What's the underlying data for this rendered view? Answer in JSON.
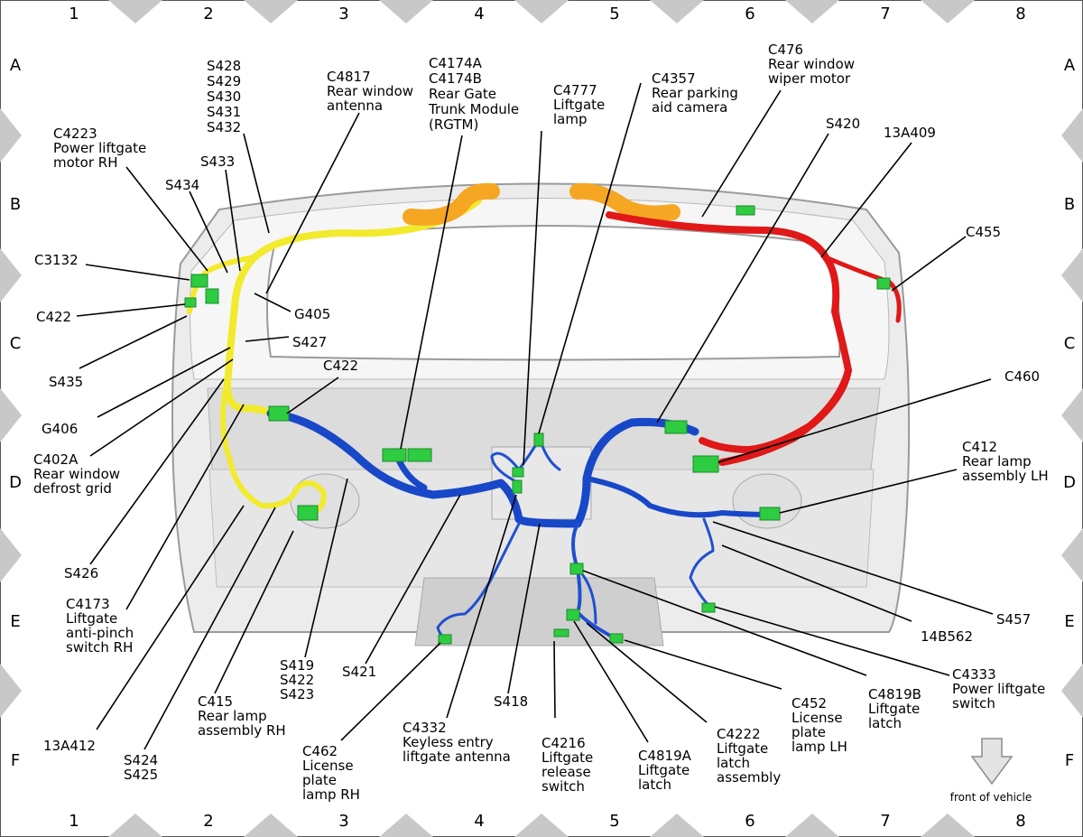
{
  "grid": {
    "columns": [
      "1",
      "2",
      "3",
      "4",
      "5",
      "6",
      "7",
      "8"
    ],
    "rows": [
      "A",
      "B",
      "C",
      "D",
      "E",
      "F"
    ]
  },
  "colors": {
    "harness_yellow": "#f2ea2c",
    "harness_blue": "#1848c8",
    "harness_red": "#e01818",
    "harness_orange": "#f5a623",
    "connector_green": "#2ecc40",
    "frame_gray": "#d4d4d4",
    "marker_gray": "#c8c8c8"
  },
  "labels": {
    "c4223": [
      "C4223",
      "Power liftgate",
      "motor RH"
    ],
    "s428_432": [
      "S428",
      "S429",
      "S430",
      "S431",
      "S432"
    ],
    "c4817": [
      "C4817",
      "Rear window",
      "antenna"
    ],
    "c4174": [
      "C4174A",
      "C4174B",
      "Rear Gate",
      "Trunk Module",
      "(RGTM)"
    ],
    "c4777": [
      "C4777",
      "Liftgate",
      "lamp"
    ],
    "c4357": [
      "C4357",
      "Rear parking",
      "aid camera"
    ],
    "c476": [
      "C476",
      "Rear window",
      "wiper motor"
    ],
    "s420": [
      "S420"
    ],
    "n13a409": [
      "13A409"
    ],
    "s433": [
      "S433"
    ],
    "s434": [
      "S434"
    ],
    "c3132": [
      "C3132"
    ],
    "c422a": [
      "C422"
    ],
    "g405": [
      "G405"
    ],
    "c455": [
      "C455"
    ],
    "s427": [
      "S427"
    ],
    "s435": [
      "S435"
    ],
    "c422b": [
      "C422"
    ],
    "g406": [
      "G406"
    ],
    "c460": [
      "C460"
    ],
    "c402a": [
      "C402A",
      "Rear window",
      "defrost grid"
    ],
    "c412": [
      "C412",
      "Rear lamp",
      "assembly LH"
    ],
    "s426": [
      "S426"
    ],
    "c4173": [
      "C4173",
      "Liftgate",
      "anti-pinch",
      "switch RH"
    ],
    "s457": [
      "S457"
    ],
    "n14b562": [
      "14B562"
    ],
    "s419_423": [
      "S419",
      "S422",
      "S423"
    ],
    "s421": [
      "S421"
    ],
    "c4333": [
      "C4333",
      "Power liftgate",
      "switch"
    ],
    "c415": [
      "C415",
      "Rear lamp",
      "assembly RH"
    ],
    "c4819b": [
      "C4819B",
      "Liftgate",
      "latch"
    ],
    "c452": [
      "C452",
      "License",
      "plate",
      "lamp LH"
    ],
    "s418": [
      "S418"
    ],
    "n13a412": [
      "13A412"
    ],
    "s424_425": [
      "S424",
      "S425"
    ],
    "c4332": [
      "C4332",
      "Keyless entry",
      "liftgate antenna"
    ],
    "c4222": [
      "C4222",
      "Liftgate",
      "latch",
      "assembly"
    ],
    "c462": [
      "C462",
      "License",
      "plate",
      "lamp RH"
    ],
    "c4216": [
      "C4216",
      "Liftgate",
      "release",
      "switch"
    ],
    "c4819a": [
      "C4819A",
      "Liftgate",
      "latch"
    ]
  },
  "footer": {
    "front_of_vehicle": "front of vehicle"
  }
}
